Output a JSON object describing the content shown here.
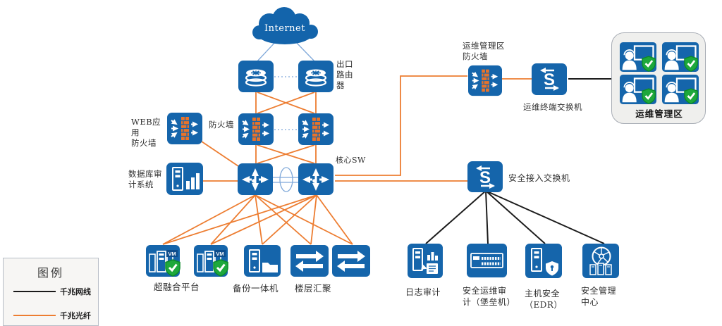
{
  "colors": {
    "node_blue": "#1565ab",
    "fiber_orange": "#ed7d31",
    "cable_black": "#1a1a1a",
    "link_blue": "#7fa8d9",
    "shield_green": "#1ea83c",
    "zone_box_gray": "#efefed"
  },
  "topology": {
    "internet_label": "Internet",
    "labels": {
      "exit_router": "出口\n路由\n器",
      "firewall": "防火墙",
      "waf": "WEB应用\n防火墙",
      "core_switch": "核心SW",
      "db_audit": "数据库审\n计系统",
      "om_firewall": "运维管理区\n防火墙",
      "om_terminal_switch": "运维终端交换机",
      "om_zone": "运维管理区",
      "access_switch": "安全接入交换机",
      "hyperconverged": "超融合平台",
      "backup_appliance": "备份一体机",
      "floor_aggregation": "楼层汇聚",
      "log_audit": "日志审计",
      "bastion": "安全运维审\n计（堡垒机）",
      "host_security": "主机安全\n（EDR）",
      "security_mgmt_center": "安全管理\n中心"
    },
    "badges": {
      "vm": "VM",
      "switch_s": "S"
    }
  },
  "legend": {
    "title": "图例",
    "items": [
      {
        "label": "千兆网线",
        "color": "#1a1a1a"
      },
      {
        "label": "千兆光纤",
        "color": "#ed7d31"
      }
    ]
  }
}
